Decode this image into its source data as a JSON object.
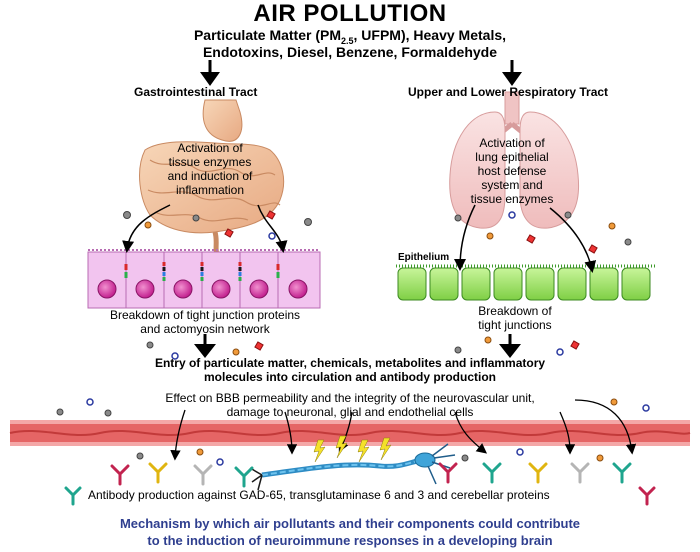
{
  "title": "AIR POLLUTION",
  "pollutants": {
    "line1_a": "Particulate Matter (PM",
    "line1_sub": "2.5",
    "line1_b": ", UFPM), Heavy Metals,",
    "line2": "Endotoxins, Diesel, Benzene, Formaldehyde"
  },
  "left_branch": {
    "header": "Gastrointestinal Tract",
    "activation": [
      "Activation of",
      "tissue enzymes",
      "and induction of",
      "inflammation"
    ],
    "breakdown": [
      "Breakdown of tight junction proteins",
      "and actomyosin network"
    ]
  },
  "right_branch": {
    "header": "Upper and Lower Respiratory Tract",
    "activation": [
      "Activation of",
      "lung epithelial",
      "host defense",
      "system and",
      "tissue enzymes"
    ],
    "epithelium_label": "Epithelium",
    "breakdown": [
      "Breakdown of",
      "tight junctions"
    ]
  },
  "entry": [
    "Entry of particulate matter, chemicals, metabolites and inflammatory",
    "molecules into circulation and antibody production"
  ],
  "bbb_effect": [
    "Effect on BBB permeability and the integrity of the neurovascular unit,",
    "damage to neuronal, glial and endothelial cells"
  ],
  "antibody": "Antibody production against GAD-65, transglutaminase 6 and 3 and cerebellar proteins",
  "caption": [
    "Mechanism by which air pollutants and their components could contribute",
    "to the induction of neuroimmune responses in a developing brain"
  ],
  "colors": {
    "caption": "#2f3f8f",
    "gut": "#f3c29e",
    "lung": "#f6d3d3",
    "epithelium_green": "#a6e36a",
    "gi_cells": "#f2c4ef",
    "nucleus": "#d63aa6",
    "vessel": "#e56565",
    "neuron": "#3fa4d9"
  }
}
